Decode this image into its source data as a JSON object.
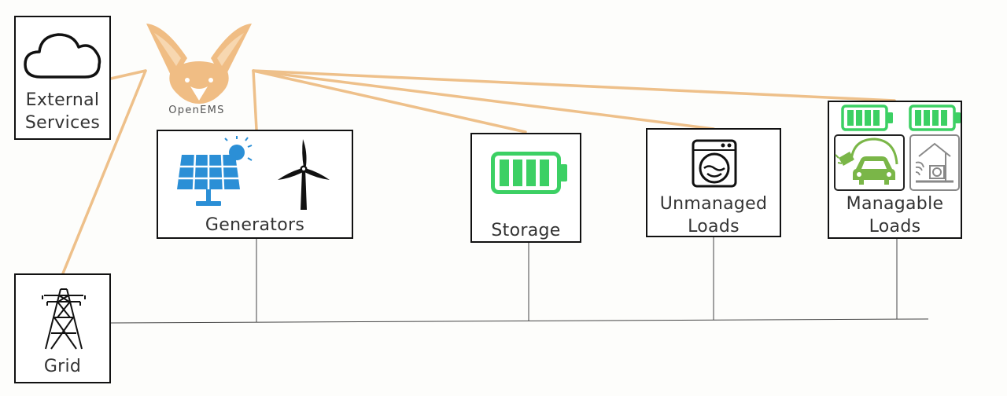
{
  "brand": {
    "name": "OpenEMS"
  },
  "nodes": {
    "external_services": {
      "label_line1": "External",
      "label_line2": "Services"
    },
    "grid": {
      "label": "Grid"
    },
    "generators": {
      "label": "Generators"
    },
    "storage": {
      "label": "Storage"
    },
    "unmanaged_loads": {
      "label_line1": "Unmanaged",
      "label_line2": "Loads"
    },
    "managable_loads": {
      "label_line1": "Managable",
      "label_line2": "Loads"
    }
  },
  "colors": {
    "communication_line": "#eec08a",
    "bus_line": "#444444",
    "logo": "#f0bd84",
    "solar_blue": "#2b8fd6",
    "battery_green": "#3cd064",
    "ev_green": "#7ab648",
    "icon_grey": "#888888"
  },
  "icons": [
    "cloud-icon",
    "openems-fox-logo",
    "solar-panel-icon",
    "wind-turbine-icon",
    "battery-icon",
    "washing-machine-icon",
    "ev-charger-icon",
    "heat-pump-icon",
    "transmission-tower-icon"
  ]
}
